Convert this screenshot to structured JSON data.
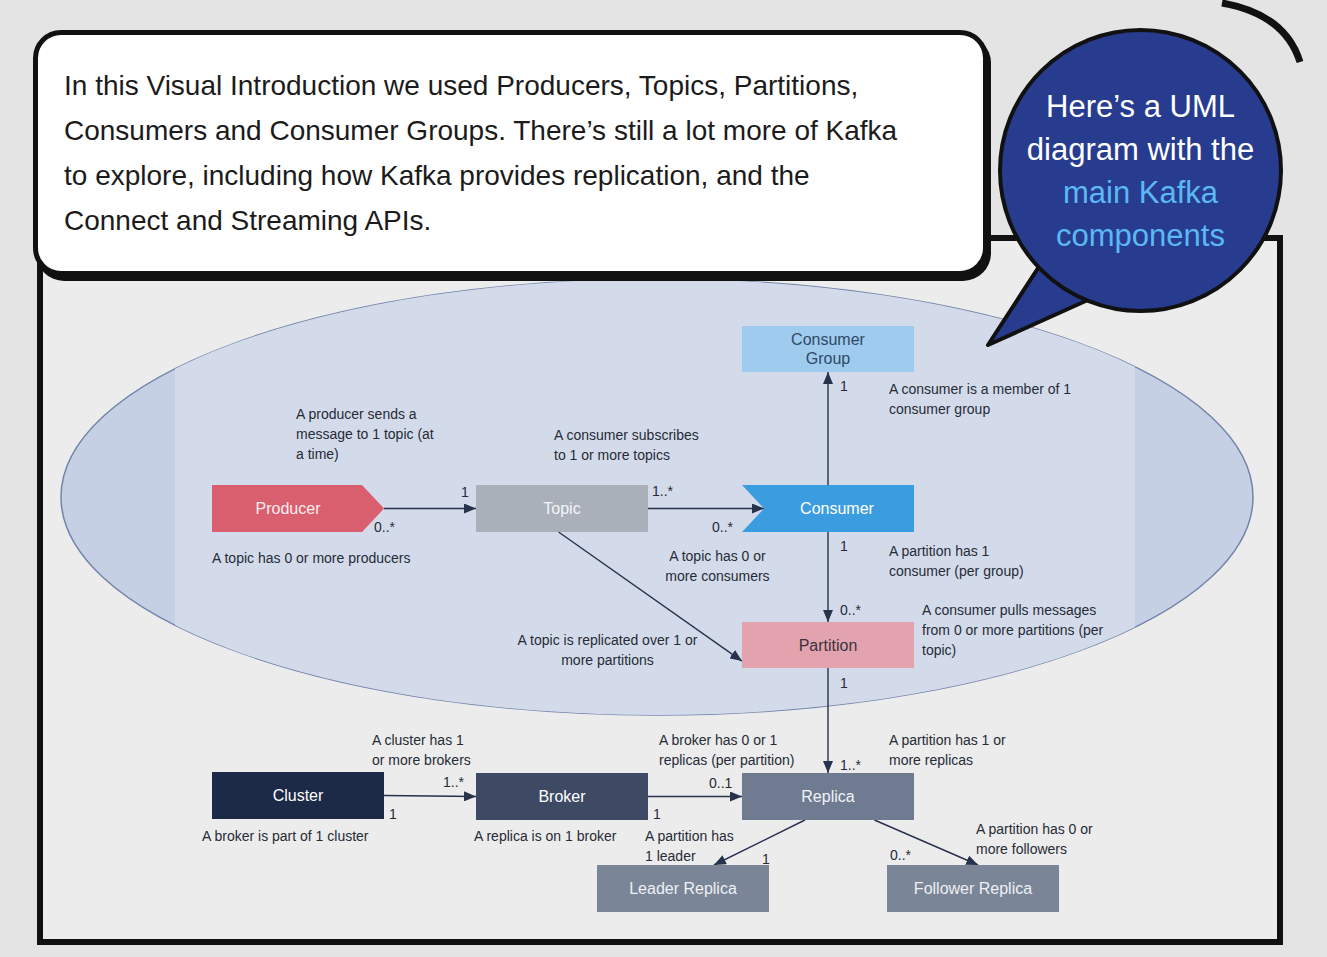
{
  "diagram": {
    "nodes": [
      {
        "text": [
          "In this Visual Introduction we used Producers, Topics, Partitions, Consumers and Consumer Groups. There’s still a lot more of Kafka to explore, including how Kafka provides replication, and the Connect and Streaming APIs."
        ]
      },
      {
        "text": [
          "Here’s a UML diagram with the",
          "main Kafka components"
        ]
      },
      {
        "text": [
          "Consumer Group"
        ]
      },
      {
        "text": [
          "Producer"
        ]
      },
      {
        "text": [
          "Topic"
        ]
      },
      {
        "text": [
          "Consumer"
        ]
      },
      {
        "text": [
          "Partition"
        ]
      },
      {
        "text": [
          "Cluster"
        ]
      },
      {
        "text": [
          "Broker"
        ]
      },
      {
        "text": [
          "Replica"
        ]
      },
      {
        "text": [
          "Leader Replica"
        ]
      },
      {
        "text": [
          "Follower Replica"
        ]
      }
    ],
    "edges": [
      {
        "from": 3,
        "to": 4,
        "arrow": "to"
      },
      {
        "from": 4,
        "to": 5,
        "arrow": "to"
      },
      {
        "from": 5,
        "to": 2,
        "arrow": "to"
      },
      {
        "from": 5,
        "to": 6,
        "arrow": "to"
      },
      {
        "from": 4,
        "to": 6,
        "arrow": "to"
      },
      {
        "from": 6,
        "to": 9,
        "arrow": "to"
      },
      {
        "from": 7,
        "to": 8,
        "arrow": "to"
      },
      {
        "from": 8,
        "to": 9,
        "arrow": "to"
      },
      {
        "from": 9,
        "to": 10,
        "arrow": "to"
      },
      {
        "from": 9,
        "to": 11,
        "arrow": "to"
      }
    ],
    "labels": [
      "A producer sends a message to 1 topic (at a time)",
      "1",
      "0..*",
      "A topic has 0 or more producers",
      "A consumer subscribes to 1 or more topics",
      "1..*",
      "0..*",
      "A topic has 0 or more consumers",
      "1",
      "A consumer is a member of 1 consumer group",
      "1",
      "A partition has 1 consumer (per group)",
      "0..*",
      "A consumer pulls messages from 0 or more partitions (per topic)",
      "A topic is replicated over 1 or more partitions",
      "1",
      "A cluster has 1 or more brokers",
      "1..*",
      "1",
      "A broker is part of 1 cluster",
      "A broker has 0 or 1 replicas (per partition)",
      "0..1",
      "1",
      "A replica is on 1 broker",
      "1..*",
      "A partition has 1 or more replicas",
      "A partition has 1 leader",
      "1",
      "0..*",
      "A partition has 0 or more followers"
    ]
  }
}
